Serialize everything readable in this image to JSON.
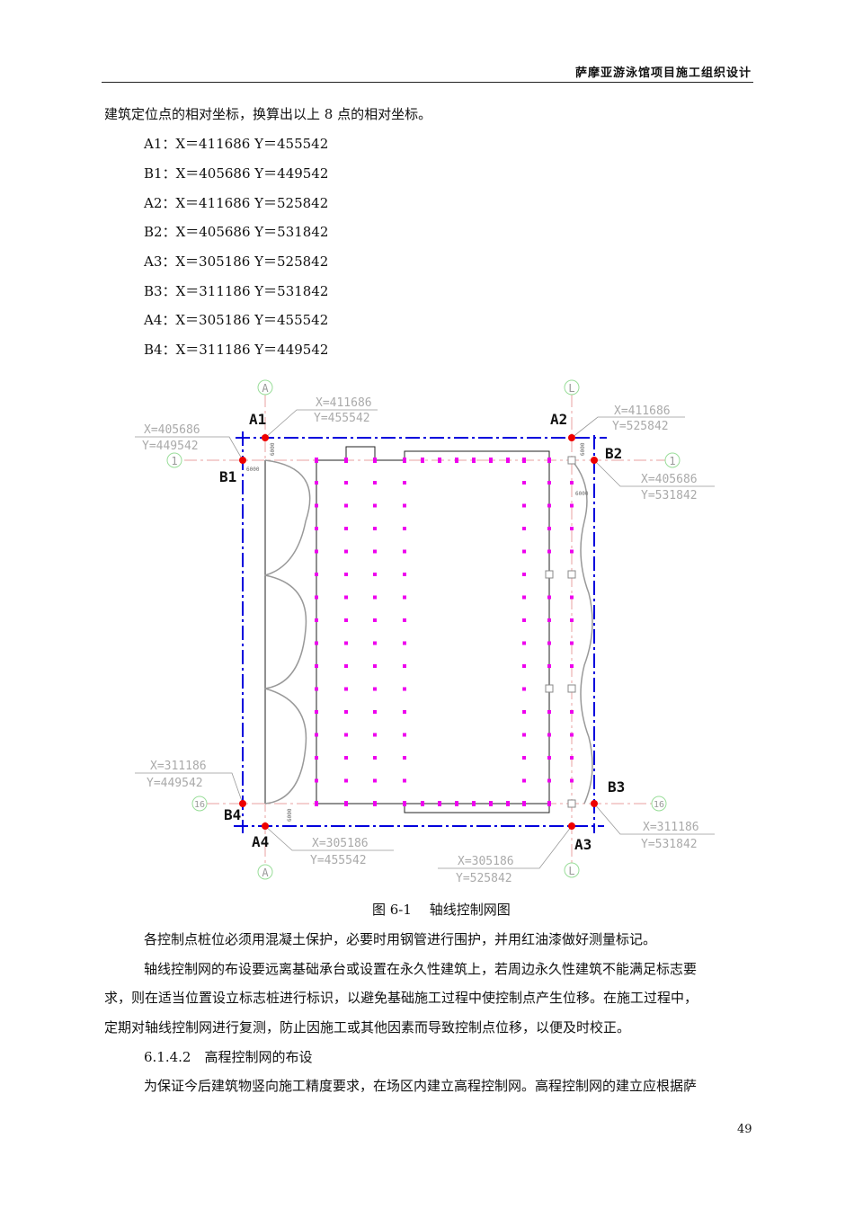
{
  "header": "萨摩亚游泳馆项目施工组织设计",
  "intro": "建筑定位点的相对坐标，换算出以上 8 点的相对坐标。",
  "points": [
    "A1：X＝411686 Y＝455542",
    "B1：X＝405686 Y＝449542",
    "A2：X＝411686 Y＝525842",
    "B2：X＝405686 Y＝531842",
    "A3：X＝305186 Y＝525842",
    "B3：X＝311186 Y＝531842",
    "A4：X＝305186 Y＝455542",
    "B4：X＝311186 Y＝449542"
  ],
  "diagram": {
    "axes": {
      "A": "A",
      "L": "L",
      "one": "1",
      "sixteen": "16"
    },
    "labels": {
      "A1": "A1",
      "A2": "A2",
      "A3": "A3",
      "A4": "A4",
      "B1": "B1",
      "B2": "B2",
      "B3": "B3",
      "B4": "B4"
    },
    "coords": {
      "A1x": "X=411686",
      "A1y": "Y=455542",
      "A2x": "X=411686",
      "A2y": "Y=525842",
      "B1x": "X=405686",
      "B1y": "Y=449542",
      "B2x": "X=405686",
      "B2y": "Y=531842",
      "B4x": "X=311186",
      "B4y": "Y=449542",
      "B3x": "X=311186",
      "B3y": "Y=531842",
      "A4x": "X=305186",
      "A4y": "Y=455542",
      "A3x": "X=305186",
      "A3y": "Y=525842"
    },
    "dim": "6000",
    "colors": {
      "control": "#0000dd",
      "axis": "#e8a0a0",
      "point": "#ee0000",
      "column": "#ee00ee",
      "bubble": "#99dd99",
      "leader": "#999999"
    }
  },
  "caption": "图 6-1　 轴线控制网图",
  "paragraphs": [
    "各控制点桩位必须用混凝土保护，必要时用钢管进行围护，并用红油漆做好测量标记。",
    "轴线控制网的布设要远离基础承台或设置在永久性建筑上，若周边永久性建筑不能满足标志要",
    "求，则在适当位置设立标志桩进行标识，以避免基础施工过程中使控制点产生位移。在施工过程中，",
    "定期对轴线控制网进行复测，防止因施工或其他因素而导致控制点位移，以便及时校正。"
  ],
  "section": "6.1.4.2　高程控制网的布设",
  "last_para": "为保证今后建筑物竖向施工精度要求，在场区内建立高程控制网。高程控制网的建立应根据萨",
  "page_number": "49"
}
